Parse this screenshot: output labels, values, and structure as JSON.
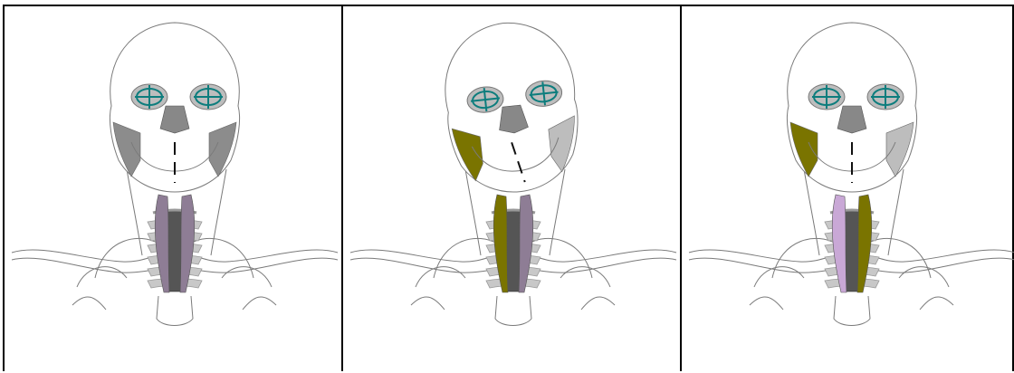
{
  "colors": {
    "background": "#ffffff",
    "line": "#7a7a7a",
    "bone": "#ffffff",
    "gray_muscle": "#8c8c8c",
    "dark_gray_muscle": "#6e6e6e",
    "purple_muscle": "#8e7d95",
    "olive_muscle": "#7a7400",
    "eye_marker": "#0d7d7d",
    "light_gray": "#bdbdbd",
    "lilac": "#c9a8d6"
  },
  "panels": [
    {
      "id": "panel-1",
      "head_tilt_deg": 0,
      "left_masseter": "gray_muscle",
      "right_masseter": "gray_muscle",
      "left_neck_muscle": "purple_muscle",
      "right_neck_muscle": "purple_muscle",
      "mouth_line": "vertical"
    },
    {
      "id": "panel-2",
      "head_tilt_deg": -6,
      "left_masseter": "olive_muscle",
      "right_masseter": "light_gray",
      "left_neck_muscle": "olive_muscle",
      "right_neck_muscle": "purple_muscle",
      "mouth_line": "tilted"
    },
    {
      "id": "panel-3",
      "head_tilt_deg": 0,
      "left_masseter": "olive_muscle",
      "right_masseter": "light_gray",
      "left_neck_muscle": "lilac",
      "right_neck_muscle": "olive_muscle",
      "mouth_line": "vertical"
    }
  ]
}
